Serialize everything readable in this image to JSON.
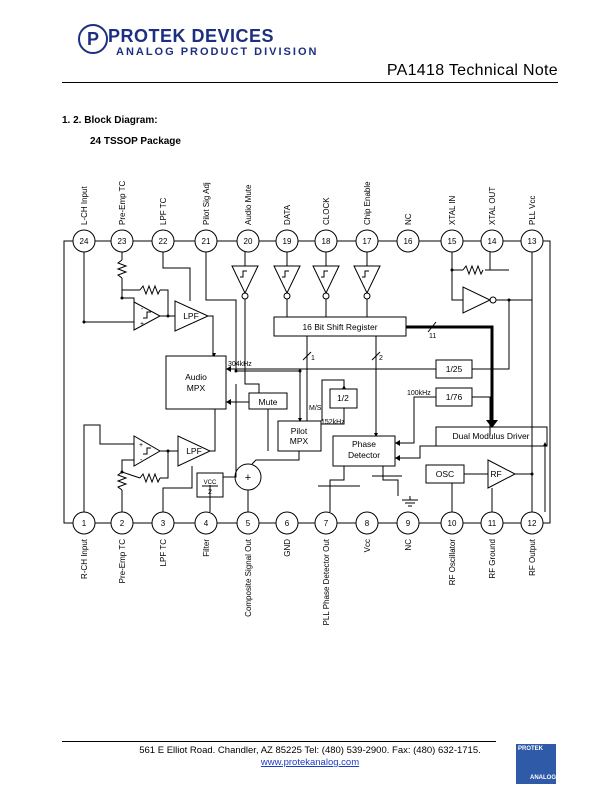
{
  "header": {
    "logo_letter": "P",
    "logo_text": "PROTEK DEVICES",
    "logo_subtitle": "ANALOG PRODUCT DIVISION",
    "doc_title": "PA1418 Technical Note"
  },
  "section": {
    "heading": "1. 2.  Block Diagram:",
    "package": "24 TSSOP Package"
  },
  "diagram": {
    "top_pins": [
      {
        "num": "24",
        "label": "L-CH Input"
      },
      {
        "num": "23",
        "label": "Pre-Emp TC"
      },
      {
        "num": "22",
        "label": "LPF TC"
      },
      {
        "num": "21",
        "label": "Pilot Sig Adj"
      },
      {
        "num": "20",
        "label": "Audio Mute"
      },
      {
        "num": "19",
        "label": "DATA"
      },
      {
        "num": "18",
        "label": "CLOCK"
      },
      {
        "num": "17",
        "label": "Chip Enable"
      },
      {
        "num": "16",
        "label": "NC"
      },
      {
        "num": "15",
        "label": "XTAL IN"
      },
      {
        "num": "14",
        "label": "XTAL OUT"
      },
      {
        "num": "13",
        "label": "PLL Vcc"
      }
    ],
    "bottom_pins": [
      {
        "num": "1",
        "label": "R-CH Input"
      },
      {
        "num": "2",
        "label": "Pre-Emp TC"
      },
      {
        "num": "3",
        "label": "LPF TC"
      },
      {
        "num": "4",
        "label": "Filter"
      },
      {
        "num": "5",
        "label": "Composite Signal Out"
      },
      {
        "num": "6",
        "label": "GND"
      },
      {
        "num": "7",
        "label": "PLL Phase Detector Out"
      },
      {
        "num": "8",
        "label": "Vcc"
      },
      {
        "num": "9",
        "label": "NC"
      },
      {
        "num": "10",
        "label": "RF Oscillator"
      },
      {
        "num": "11",
        "label": "RF Ground"
      },
      {
        "num": "12",
        "label": "RF Output"
      }
    ],
    "blocks": {
      "shift_register": "16 Bit Shift Register",
      "audio_mpx_1": "Audio",
      "audio_mpx_2": "MPX",
      "mute": "Mute",
      "pilot_1": "Pilot",
      "pilot_2": "MPX",
      "half": "1/2",
      "div25": "1/25",
      "div76": "1/76",
      "phase_1": "Phase",
      "phase_2": "Detector",
      "dual_modulus": "Dual Modulus Driver",
      "osc": "OSC",
      "rf": "RF",
      "lpf": "LPF",
      "sum": "+",
      "vcc_frac_top": "VCC",
      "vcc_frac_bot": "2"
    },
    "signals": {
      "f304": "304kHz",
      "f100": "100kHz",
      "f152": "152kHz",
      "ms": "M/S",
      "bus11": "11",
      "bus1": "1",
      "bus2": "2"
    }
  },
  "footer": {
    "address": "561 E Elliot Road. Chandler, AZ 85225 Tel: (480) 539-2900. Fax: (480) 632-1715.",
    "url": "www.protekanalog.com",
    "logo_top": "PROTEK",
    "logo_bottom": "ANALOG"
  }
}
